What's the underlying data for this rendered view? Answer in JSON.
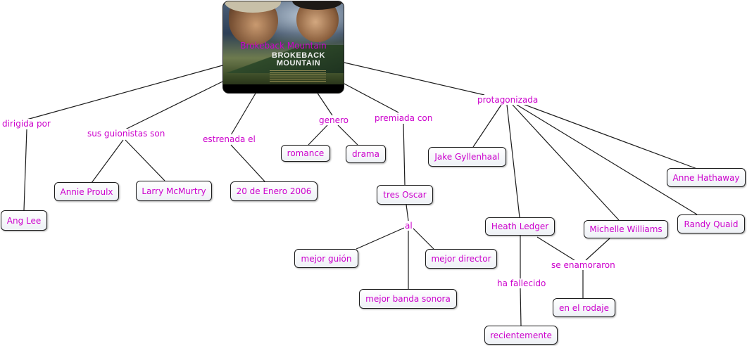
{
  "root": {
    "caption": "Brokeback Mountain",
    "poster_title": "BROKEBACK MOUNTAIN"
  },
  "phrases": {
    "directed": "dirigida por",
    "writers": "sus guionistas son",
    "released": "estrenada el",
    "genre": "genero",
    "awarded": "premiada con",
    "starring": "protagonizada",
    "to": "al",
    "died": "ha fallecido",
    "fell_in_love": "se enamoraron"
  },
  "concepts": {
    "ang_lee": "Ang Lee",
    "annie_proulx": "Annie Proulx",
    "larry_mcmurtry": "Larry McMurtry",
    "release_date": "20 de Enero 2006",
    "romance": "romance",
    "drama": "drama",
    "three_oscar": "tres Oscar",
    "best_screenplay": "mejor guión",
    "best_director": "mejor director",
    "best_score": "mejor banda sonora",
    "jake_gyllenhaal": "Jake Gyllenhaal",
    "heath_ledger": "Heath Ledger",
    "michelle_williams": "Michelle Williams",
    "anne_hathaway": "Anne Hathaway",
    "randy_quaid": "Randy Quaid",
    "on_set": "en el rodaje",
    "recently": "recientemente"
  },
  "colors": {
    "text": "#cc00cc",
    "line": "#1c1c1c"
  }
}
